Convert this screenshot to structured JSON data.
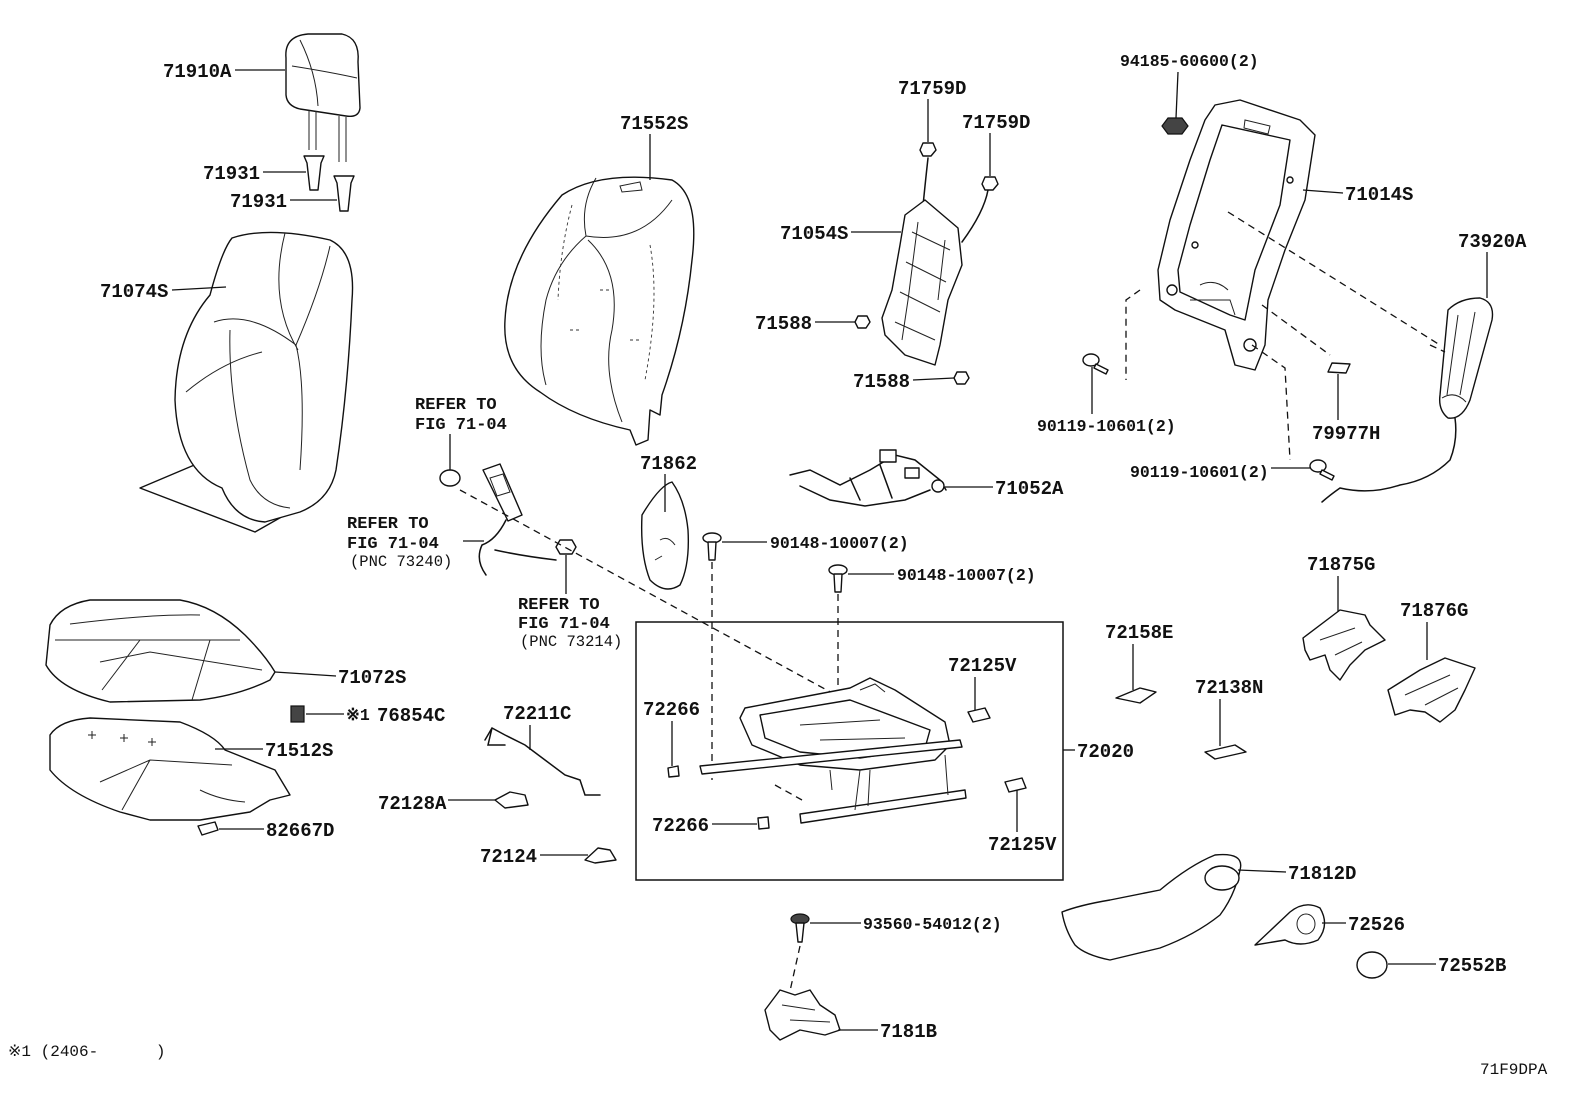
{
  "part_labels": [
    "71910A",
    "71931",
    "71931",
    "71074S",
    "71552S",
    "71759D",
    "71759D",
    "71054S",
    "71588",
    "71588",
    "94185-60600(2)",
    "71014S",
    "73920A",
    "90119-10601(2)",
    "79977H",
    "90119-10601(2)",
    "71052A",
    "71862",
    "90148-10007(2)",
    "90148-10007(2)",
    "71875G",
    "71876G",
    "72158E",
    "71072S",
    "72125V",
    "72138N",
    "72266",
    "72211C",
    "76854C",
    "72020",
    "71512S",
    "72128A",
    "72266",
    "82667D",
    "72125V",
    "72124",
    "71812D",
    "93560-54012(2)",
    "72526",
    "72552B",
    "7181B"
  ],
  "references": [
    {
      "lines": [
        "REFER TO",
        "FIG 71-04"
      ]
    },
    {
      "lines": [
        "REFER TO",
        "FIG 71-04",
        "(PNC 73240)"
      ]
    },
    {
      "lines": [
        "REFER TO",
        "FIG 71-04",
        "(PNC 73214)"
      ]
    }
  ],
  "note_marker": "※1",
  "footnote": "※1 (2406-      )",
  "diagram_code": "71F9DPA"
}
